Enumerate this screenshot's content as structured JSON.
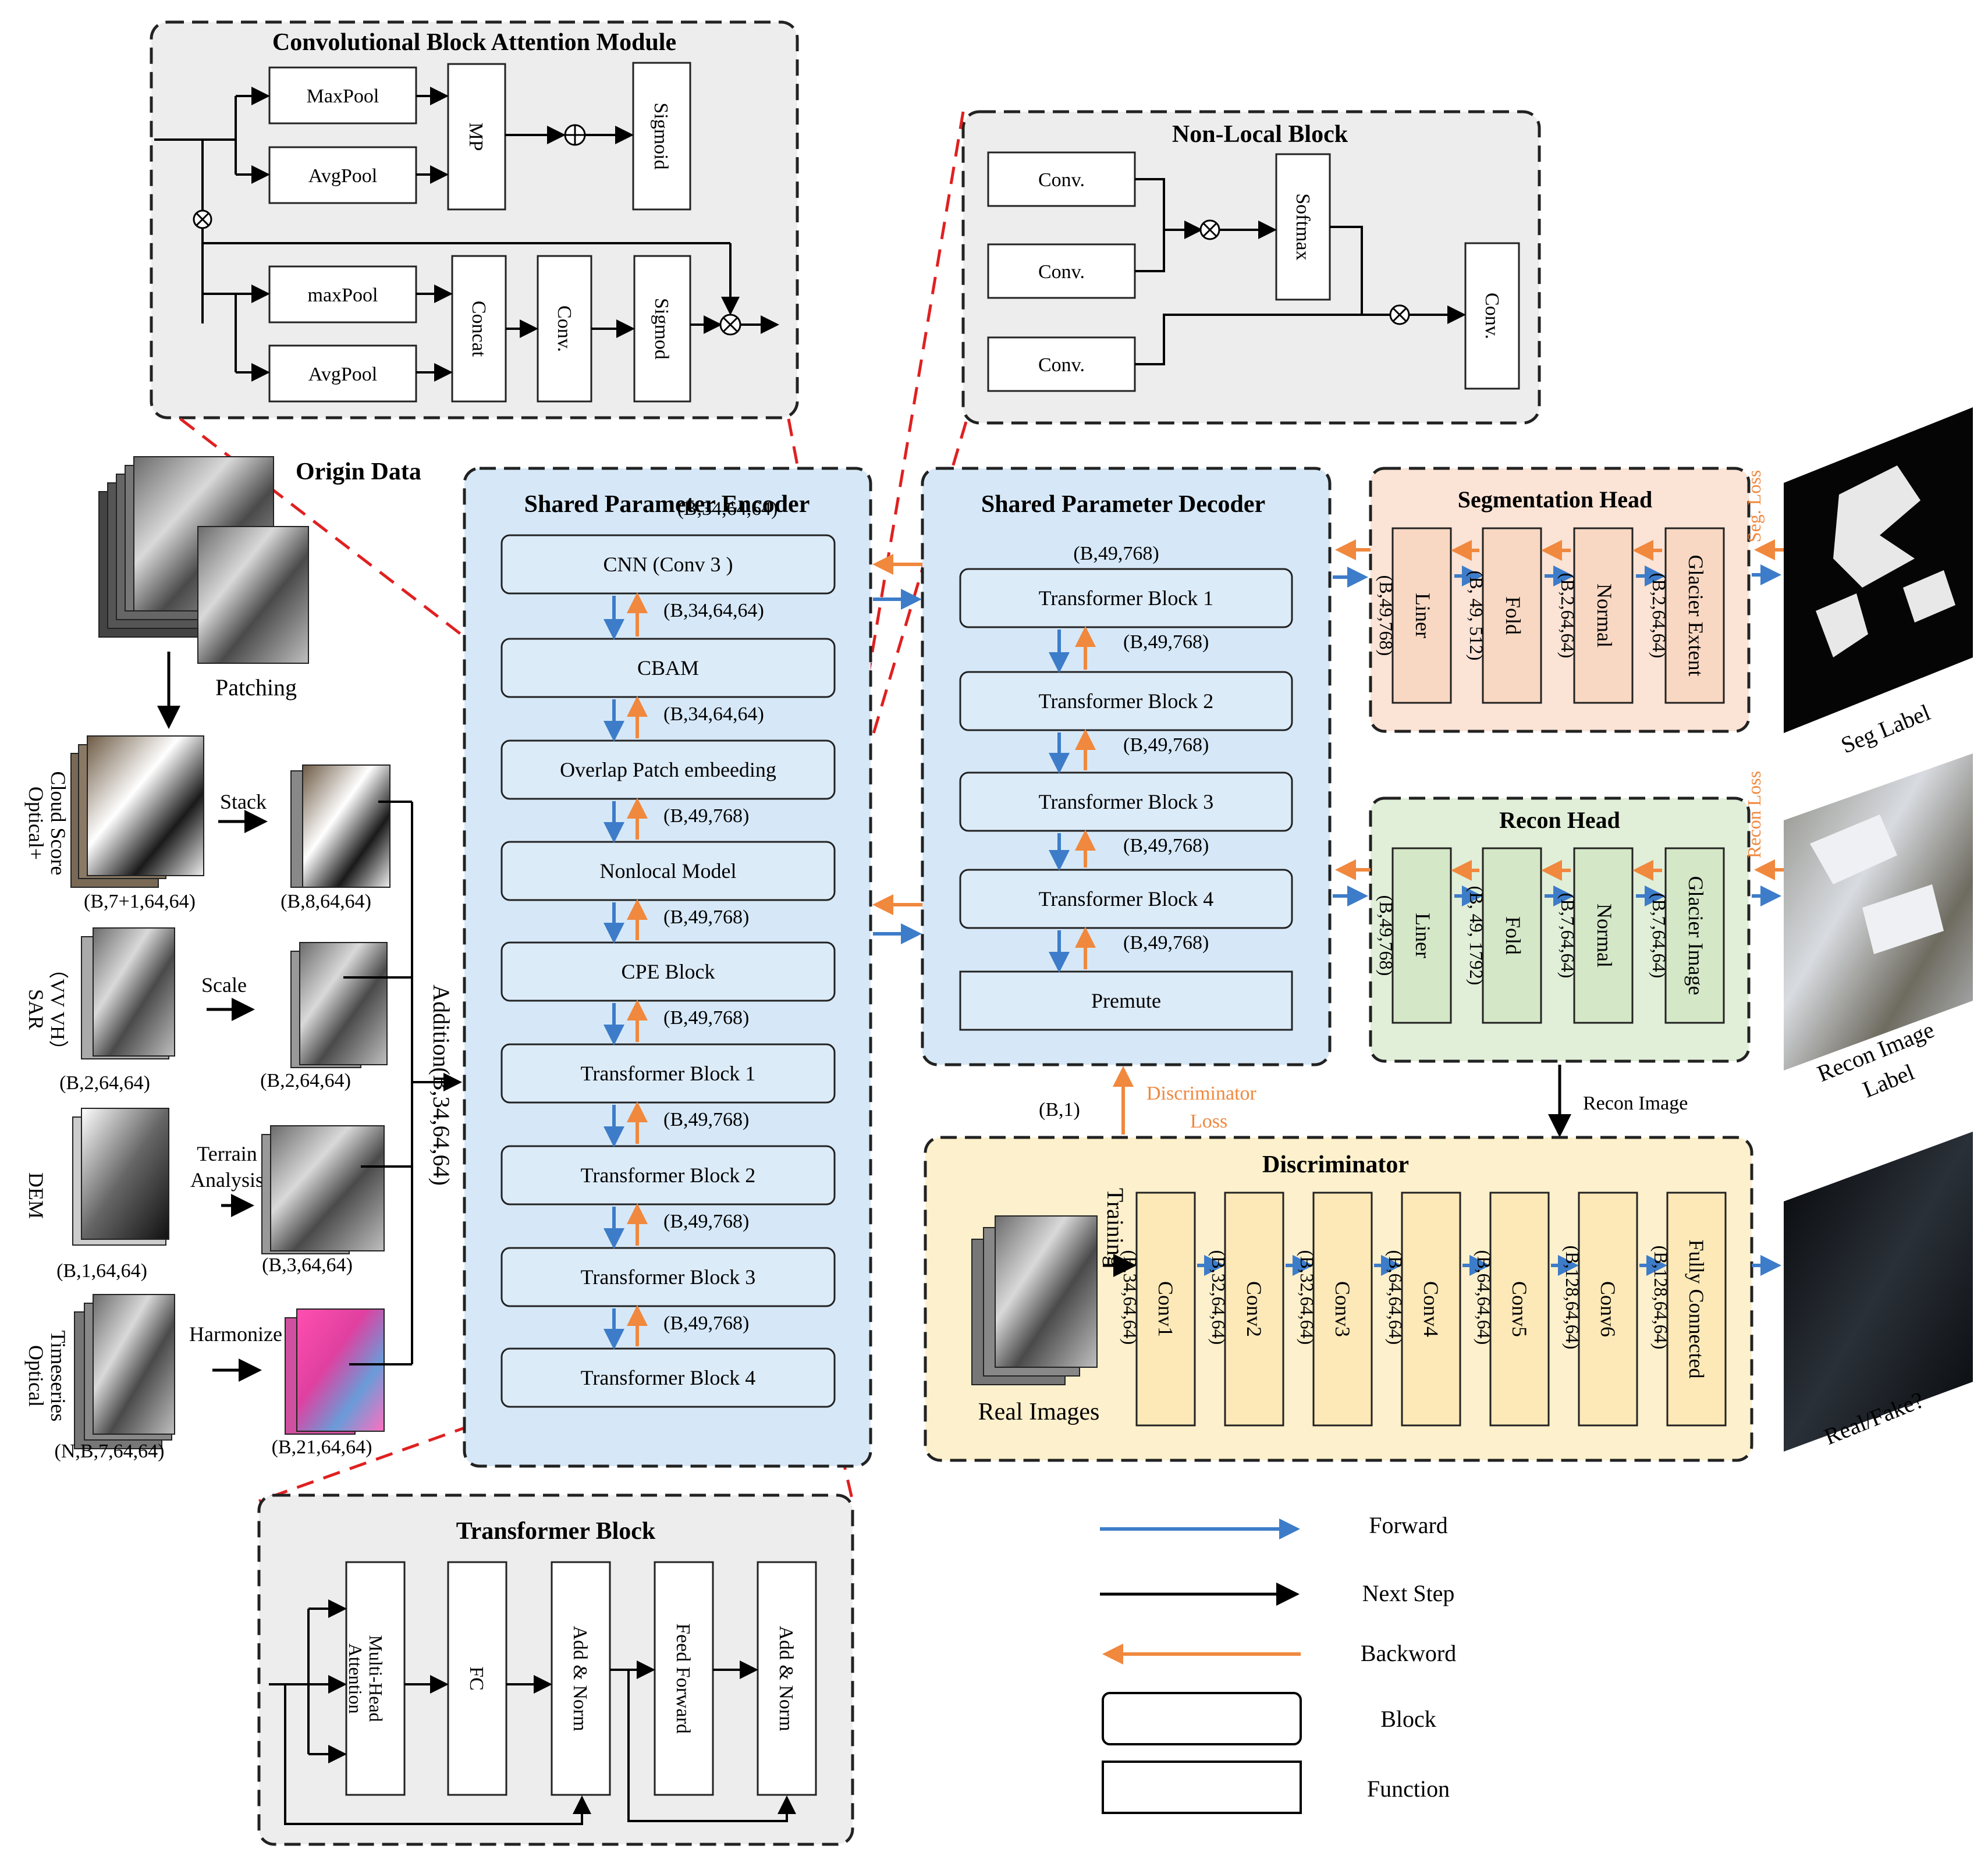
{
  "colors": {
    "forward": "#3d7cc9",
    "backward": "#f0883e",
    "next_step": "#000000",
    "connector_dash": "#e02020",
    "module_bg": "#ededed",
    "encoder_bg": "#d6e8f7",
    "decoder_bg": "#d6e8f7",
    "block_bg": "#dcebf8",
    "seg_head_bg": "#fbe3d5",
    "seg_block_bg": "#f9d8c3",
    "recon_head_bg": "#e1efd8",
    "recon_block_bg": "#d4e7c7",
    "disc_bg": "#fdf0cc",
    "disc_block_bg": "#fde9b8"
  },
  "icons": [
    "multiply-circle-icon",
    "plus-circle-icon"
  ],
  "cbam": {
    "title": "Convolutional Block Attention Module",
    "maxpool": "MaxPool",
    "avgpool": "AvgPool",
    "mp": "MP",
    "sigmoid": "Sigmoid",
    "maxpool2": "maxPool",
    "avgpool2": "AvgPool",
    "concat": "Concat",
    "conv": "Conv.",
    "sigmod": "Sigmod"
  },
  "nonlocal": {
    "title": "Non-Local Block",
    "conv1": "Conv.",
    "conv2": "Conv.",
    "conv3": "Conv.",
    "softmax": "Softmax",
    "conv_out": "Conv."
  },
  "inputs": {
    "origin_label": "Origin Data",
    "patching_label": "Patching",
    "optical_label_1": "Optical+",
    "optical_label_2": "Cloud Score",
    "optical_shape": "(B,7+1,64,64)",
    "stack_label": "Stack",
    "stack_shape": "(B,8,64,64)",
    "sar_label_1": "SAR",
    "sar_label_2": "（VV VH）",
    "sar_shape": "(B,2,64,64)",
    "scale_label": "Scale",
    "scale_shape": "(B,2,64,64)",
    "dem_label": "DEM",
    "dem_shape": "(B,1,64,64)",
    "terrain_label_1": "Terrain",
    "terrain_label_2": "Analysis",
    "terrain_shape": "(B,3,64,64)",
    "ts_label_1": "Timeseries",
    "ts_label_2": "Optical",
    "ts_shape": "(N,B,7,64,64)",
    "harmonize_label": "Harmonize",
    "harmonize_shape": "(B,21,64,64)",
    "addition_label": "Addition(B,34,64,64)"
  },
  "encoder": {
    "title": "Shared Parameter Encoder",
    "blocks": [
      "CNN (Conv 3 )",
      "CBAM",
      "Overlap Patch embeeding",
      "Nonlocal Model",
      "CPE Block",
      "Transformer Block 1",
      "Transformer Block 2",
      "Transformer Block 3",
      "Transformer Block 4"
    ],
    "shapes": [
      "(B,34,64,64)",
      "(B,34,64,64)",
      "(B,34,64,64)",
      "(B,49,768)",
      "(B,49,768)",
      "(B,49,768)",
      "(B,49,768)",
      "(B,49,768)",
      "(B,49,768)"
    ]
  },
  "decoder": {
    "title": "Shared Parameter Decoder",
    "blocks": [
      "Transformer Block 1",
      "Transformer Block 2",
      "Transformer Block 3",
      "Transformer Block 4",
      "Premute"
    ],
    "shapes": [
      "(B,49,768)",
      "(B,49,768)",
      "(B,49,768)",
      "(B,49,768)",
      "(B,49,768)"
    ]
  },
  "seg_head": {
    "title": "Segmentation Head",
    "blocks": [
      "Liner",
      "Fold",
      "Normal",
      "Glacier Extent"
    ],
    "shapes": [
      "(B,49,768)",
      "(B, 49, 512)",
      "(B,2,64,64)",
      "(B,2,64,64)"
    ],
    "loss": "Seg. Loss",
    "label": "Seg Label"
  },
  "recon_head": {
    "title": "Recon Head",
    "blocks": [
      "Liner",
      "Fold",
      "Normal",
      "Glacier Image"
    ],
    "shapes": [
      "(B,49,768)",
      "(B, 49, 1792)",
      "(B,7,64,64)",
      "(B,7,64,64)"
    ],
    "loss": "Recon Loss",
    "label_1": "Recon Image",
    "label_2": "Label",
    "recon_image": "Recon Image"
  },
  "discriminator": {
    "title": "Discriminator",
    "blocks": [
      "Conv1",
      "Conv2",
      "Conv3",
      "Conv4",
      "Conv5",
      "Conv6",
      "Fully Connected"
    ],
    "shapes": [
      "(B,34,64,64)",
      "(B,32,64,64)",
      "(B,32,64,64)",
      "(B,64,64,64)",
      "(B,64,64,64)",
      "(B,128,64,64)",
      "(B,128,64,64)"
    ],
    "training": "Training",
    "real_images": "Real Images",
    "loss_1": "Discriminator",
    "loss_2": "Loss",
    "b1": "(B,1)",
    "output": "Real/Fake?"
  },
  "transformer_block": {
    "title": "Transformer Block",
    "mha_1": "Multi-Head",
    "mha_2": "Attention",
    "fc": "FC",
    "addnorm1": "Add & Norm",
    "feedforward": "Feed Forward",
    "addnorm2": "Add & Norm"
  },
  "legend": {
    "forward": "Forward",
    "next_step": "Next Step",
    "backward": "Backword",
    "block": "Block",
    "function": "Function"
  }
}
